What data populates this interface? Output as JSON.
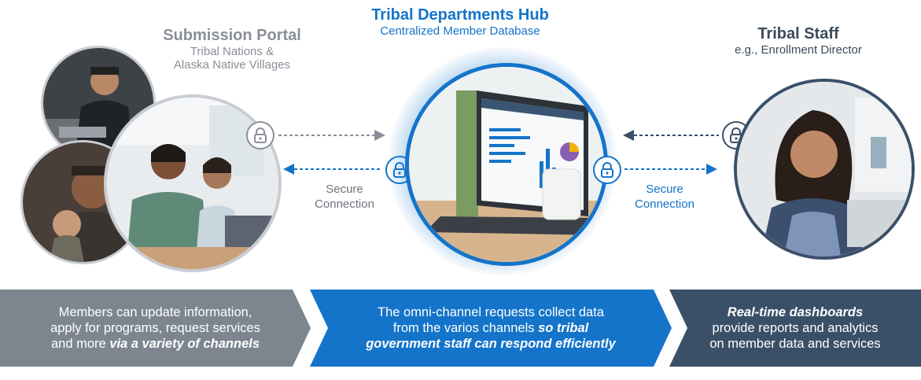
{
  "left": {
    "title": "Submission Portal",
    "subtitle_line1": "Tribal Nations &",
    "subtitle_line2": "Alaska Native Villages"
  },
  "center": {
    "title": "Tribal Departments Hub",
    "subtitle": "Centralized Member Database"
  },
  "right": {
    "title": "Tribal Staff",
    "subtitle": "e.g., Enrollment Director"
  },
  "connections": {
    "left_label_line1": "Secure",
    "left_label_line2": "Connection",
    "right_label_line1": "Secure",
    "right_label_line2": "Connection"
  },
  "bands": [
    {
      "line1": "Members can update information,",
      "line2": "apply for programs, request services",
      "line3_plain": "and more ",
      "line3_emph": "via a variety of channels"
    },
    {
      "line1": "The omni-channel requests collect data",
      "line2_plain": "from the varios channels ",
      "line2_emph": "so tribal",
      "line3_emph": "government staff can respond efficiently"
    },
    {
      "line1_emph": "Real-time dashboards",
      "line2": "provide reports and analytics",
      "line3": "on member data and services"
    }
  ],
  "colors": {
    "gray": "#8a8f97",
    "blue": "#1474c9",
    "navy": "#3a5068"
  },
  "icons": [
    "lock-icon",
    "arrow-right-icon",
    "arrow-left-icon"
  ]
}
